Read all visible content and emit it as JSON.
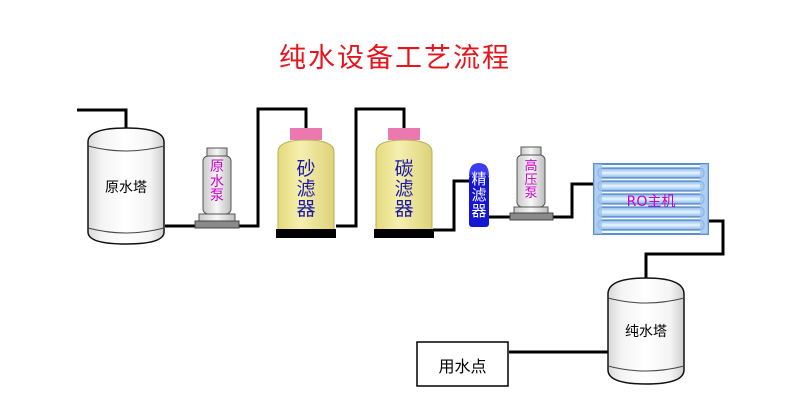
{
  "title": "纯水设备工艺流程",
  "nodes": {
    "raw_tank": "原水塔",
    "raw_pump": [
      "原",
      "水",
      "泵"
    ],
    "sand_filter": [
      "砂",
      "滤",
      "器"
    ],
    "carbon_filter": [
      "碳",
      "滤",
      "器"
    ],
    "precision_filter": [
      "精",
      "滤",
      "器"
    ],
    "hp_pump": [
      "高",
      "压",
      "泵"
    ],
    "ro_unit": "RO主机",
    "pure_tank": "纯水塔",
    "use_point": "用水点"
  },
  "colors": {
    "title": "#e8131b",
    "pipe": "#000000",
    "pump_label": "#cc00cc",
    "filter_label": "#1a1aa6",
    "filter_body": "#ede592",
    "filter_cap": "#ec78b0",
    "filter_base": "#000000",
    "precision_body": "#1515d4",
    "ro_label": "#cc00cc",
    "ro_frame": "#5a8fd0"
  }
}
